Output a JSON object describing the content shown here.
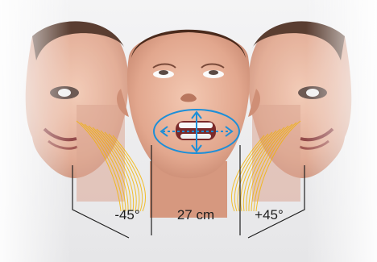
{
  "labels": {
    "left_angle": "-45°",
    "distance": "27 cm",
    "right_angle": "+45°"
  },
  "colors": {
    "background": "#eeeeef",
    "skin": "#e8b39a",
    "skin_shadow": "#c98a72",
    "hair": "#4a2a1c",
    "guide_lines": "#1f1f1f",
    "mouth_marker": "#1d8fd8",
    "motion_arcs": "#f2b400"
  },
  "icons": {
    "mouth_marker": "mouth-stretch-arrows-icon",
    "motion": "head-rotation-arcs-icon"
  }
}
